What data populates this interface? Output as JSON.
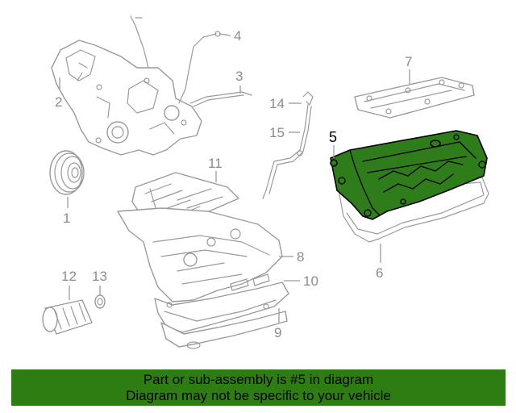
{
  "callouts": {
    "c1": "1",
    "c2": "2",
    "c3": "3",
    "c4": "4",
    "c5": "5",
    "c6": "6",
    "c7": "7",
    "c8": "8",
    "c9": "9",
    "c10": "10",
    "c11": "11",
    "c12": "12",
    "c13": "13",
    "c14": "14",
    "c15": "15"
  },
  "highlight": {
    "part": "5",
    "color": "#2e7d1a"
  },
  "banner": {
    "line1": "Part or sub-assembly is #5 in diagram",
    "line2": "Diagram may not be specific to your vehicle",
    "color": "#2e7d12"
  }
}
